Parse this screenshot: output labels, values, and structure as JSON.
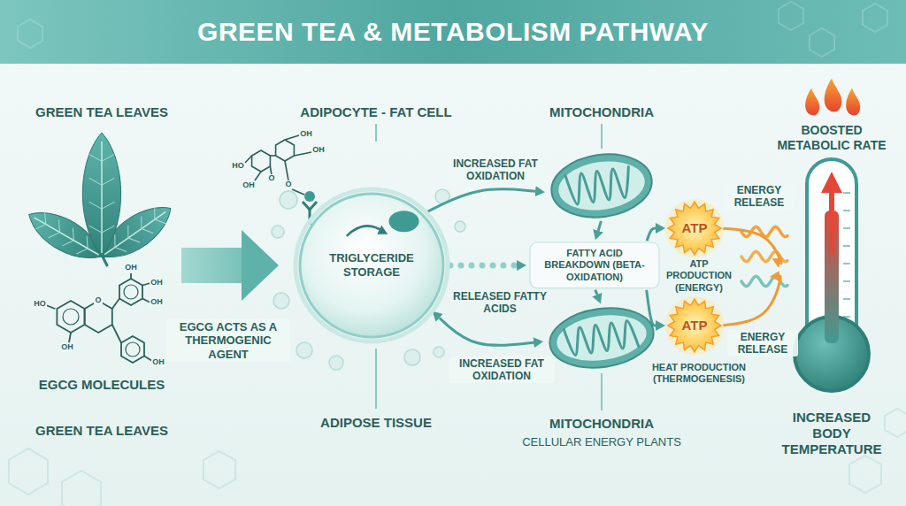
{
  "diagram": {
    "title": "GREEN TEA & METABOLISM PATHWAY",
    "nodes": [
      {
        "text": [
          "GREEN TEA LEAVES"
        ]
      },
      {
        "text": [
          "EGCG MOLECULES",
          "GREEN TEA LEAVES"
        ]
      },
      {
        "text": [
          "TRIGLYCERIDE STORAGE"
        ]
      },
      {
        "text": [
          "MITOCHONDRIA"
        ]
      },
      {
        "text": [
          "FATTY ACID BREAKDOWN (BETA-OXIDATION)"
        ]
      },
      {
        "text": [
          "MITOCHONDRIA",
          "CELLULAR ENERGY PLANTS"
        ]
      },
      {
        "text": [
          "ATP"
        ]
      },
      {
        "text": [
          "ATP"
        ]
      },
      {
        "text": [
          "BOOSTED METABOLIC RATE",
          "INCREASED BODY TEMPERATURE"
        ]
      }
    ],
    "edges": [
      {
        "from": 0,
        "to": 2,
        "arrow": "to",
        "label": "EGCG ACTS AS A THERMOGENIC AGENT"
      },
      {
        "from": 2,
        "to": 3,
        "arrow": "to",
        "label": "INCREASED FAT OXIDATION"
      },
      {
        "from": 2,
        "to": 4,
        "arrow": "to"
      },
      {
        "from": 2,
        "to": 5,
        "arrow": "both",
        "label": "INCREASED FAT OXIDATION"
      },
      {
        "from": 3,
        "to": 4,
        "arrow": "to"
      },
      {
        "from": 4,
        "to": 5,
        "arrow": "to"
      },
      {
        "from": 4,
        "to": 6,
        "arrow": "to"
      },
      {
        "from": 4,
        "to": 7,
        "arrow": "to"
      },
      {
        "from": 6,
        "to": 8,
        "arrow": "to",
        "label": "ENERGY RELEASE"
      },
      {
        "from": 7,
        "to": 8,
        "arrow": "to",
        "label": "ENERGY RELEASE"
      }
    ],
    "labels": [
      "ADIPOCYTE - FAT CELL",
      "ADIPOSE TISSUE",
      "RELEASED FATTY ACIDS",
      "ATP PRODUCTION (ENERGY)",
      "HEAT PRODUCTION (THERMOGENESIS)",
      "OH",
      "OH",
      "HO",
      "OH",
      "O",
      "O",
      "OH",
      "OH",
      "HO",
      "OH",
      "O",
      "OH",
      "OH"
    ]
  }
}
